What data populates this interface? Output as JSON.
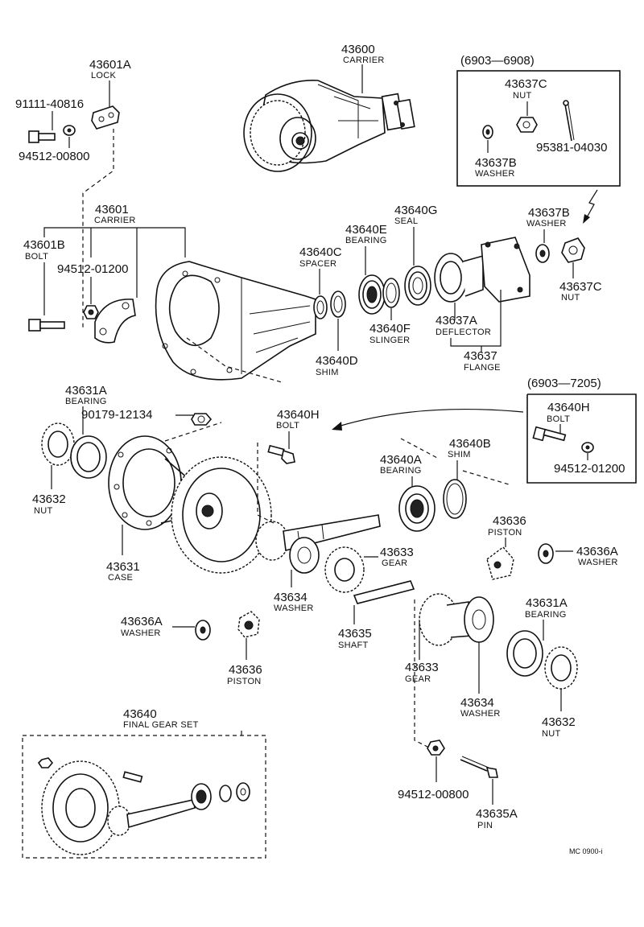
{
  "parts": {
    "p43600": {
      "number": "43600",
      "name": "CARRIER"
    },
    "p43601A": {
      "number": "43601A",
      "name": "LOCK"
    },
    "p91111": {
      "number": "91111-40816"
    },
    "p94512_800_top": {
      "number": "94512-00800"
    },
    "p43601": {
      "number": "43601",
      "name": "CARRIER"
    },
    "p43601B": {
      "number": "43601B",
      "name": "BOLT"
    },
    "p94512_1200": {
      "number": "94512-01200"
    },
    "p43640C": {
      "number": "43640C",
      "name": "SPACER"
    },
    "p43640E": {
      "number": "43640E",
      "name": "BEARING"
    },
    "p43640G": {
      "number": "43640G",
      "name": "SEAL"
    },
    "p43640F": {
      "number": "43640F",
      "name": "SLINGER"
    },
    "p43640D": {
      "number": "43640D",
      "name": "SHIM"
    },
    "p43637A": {
      "number": "43637A",
      "name": "DEFLECTOR"
    },
    "p43637": {
      "number": "43637",
      "name": "FLANGE"
    },
    "p43637B_r": {
      "number": "43637B",
      "name": "WASHER"
    },
    "p43637C_r": {
      "number": "43637C",
      "name": "NUT"
    },
    "p43631A_l": {
      "number": "43631A",
      "name": "BEARING"
    },
    "p90179": {
      "number": "90179-12134"
    },
    "p43632_l": {
      "number": "43632",
      "name": "NUT"
    },
    "p43631": {
      "number": "43631",
      "name": "CASE"
    },
    "p43640H": {
      "number": "43640H",
      "name": "BOLT"
    },
    "p43640A": {
      "number": "43640A",
      "name": "BEARING"
    },
    "p43640B": {
      "number": "43640B",
      "name": "SHIM"
    },
    "p43633_a": {
      "number": "43633",
      "name": "GEAR"
    },
    "p43634_a": {
      "number": "43634",
      "name": "WASHER"
    },
    "p43635": {
      "number": "43635",
      "name": "SHAFT"
    },
    "p43636A_l": {
      "number": "43636A",
      "name": "WASHER"
    },
    "p43636_l": {
      "number": "43636",
      "name": "PISTON"
    },
    "p43636_r": {
      "number": "43636",
      "name": "PISTON"
    },
    "p43636A_r": {
      "number": "43636A",
      "name": "WASHER"
    },
    "p43631A_r": {
      "number": "43631A",
      "name": "BEARING"
    },
    "p43633_b": {
      "number": "43633",
      "name": "GEAR"
    },
    "p43634_b": {
      "number": "43634",
      "name": "WASHER"
    },
    "p43632_r": {
      "number": "43632",
      "name": "NUT"
    },
    "p43640": {
      "number": "43640",
      "name": "FINAL GEAR SET"
    },
    "p94512_800_bot": {
      "number": "94512-00800"
    },
    "p43635A": {
      "number": "43635A",
      "name": "PIN"
    }
  },
  "inset_top": {
    "header": "(6903—6908)",
    "nut": {
      "number": "43637C",
      "name": "NUT"
    },
    "washer": {
      "number": "43637B",
      "name": "WASHER"
    },
    "pin": {
      "number": "95381-04030"
    }
  },
  "inset_mid": {
    "header": "(6903—7205)",
    "bolt": {
      "number": "43640H",
      "name": "BOLT"
    },
    "washer": {
      "number": "94512-01200"
    }
  },
  "footer_code": "MC 0900-i"
}
